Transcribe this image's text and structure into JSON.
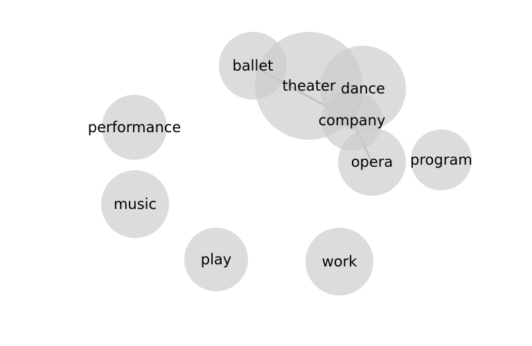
{
  "diagram": {
    "type": "word-cloud-network",
    "colors": {
      "node_fill": "#cccccc",
      "edge": "#999999",
      "label": "#000000",
      "background": "#ffffff"
    },
    "nodes": [
      {
        "id": "theater",
        "label": "theater"
      },
      {
        "id": "dance",
        "label": "dance"
      },
      {
        "id": "ballet",
        "label": "ballet"
      },
      {
        "id": "performance",
        "label": "performance"
      },
      {
        "id": "company",
        "label": "company"
      },
      {
        "id": "opera",
        "label": "opera"
      },
      {
        "id": "program",
        "label": "program"
      },
      {
        "id": "music",
        "label": "music"
      },
      {
        "id": "play",
        "label": "play"
      },
      {
        "id": "work",
        "label": "work"
      }
    ],
    "edges": [
      {
        "source": "ballet",
        "target": "company"
      },
      {
        "source": "dance",
        "target": "company"
      },
      {
        "source": "company",
        "target": "opera"
      }
    ]
  }
}
